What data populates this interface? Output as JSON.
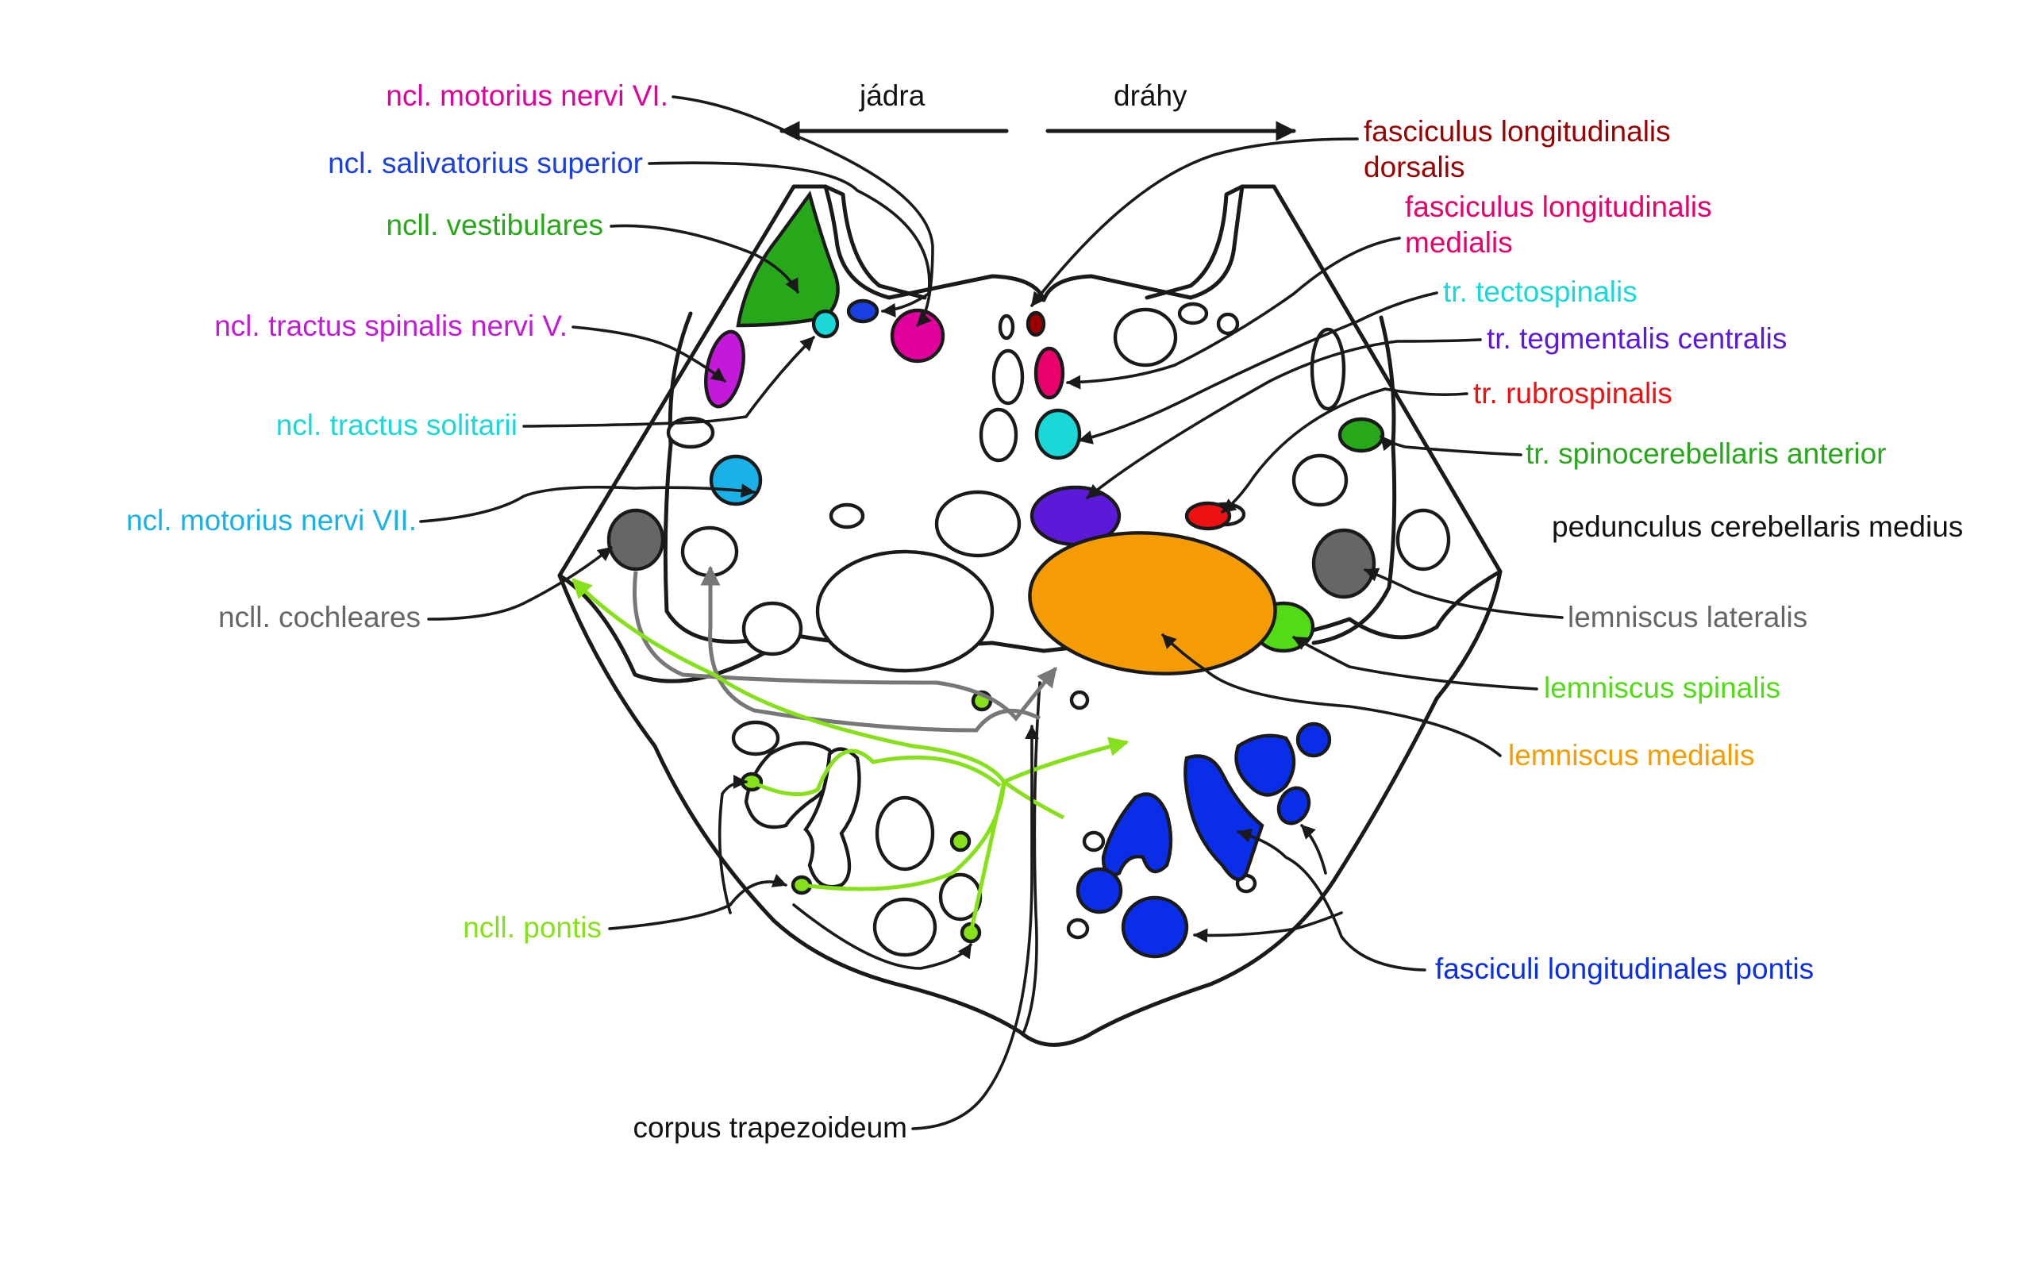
{
  "header": {
    "left": "jádra",
    "right": "dráhy"
  },
  "labels": {
    "motorius_vi": "ncl. motorius nervi VI.",
    "salivatorius": "ncl. salivatorius superior",
    "vestibulares": "ncll. vestibulares",
    "spinalis_v": "ncl. tractus spinalis nervi V.",
    "solitarii": "ncl. tractus solitarii",
    "motorius_vii": "ncl. motorius nervi VII.",
    "cochleares": "ncll. cochleares",
    "pontis": "ncll. pontis",
    "trapezoideum": "corpus trapezoideum",
    "flm_dorsalis_1": "fasciculus longitudinalis",
    "flm_dorsalis_2": "dorsalis",
    "flm_medialis_1": "fasciculus longitudinalis",
    "flm_medialis_2": "medialis",
    "tectospinalis": "tr. tectospinalis",
    "tegmentalis": "tr. tegmentalis centralis",
    "rubrospinalis": "tr. rubrospinalis",
    "spinocerebellaris": "tr. spinocerebellaris anterior",
    "peduncle": "pedunculus cerebellaris medius",
    "lem_lateralis": "lemniscus lateralis",
    "lem_spinalis": "lemniscus spinalis",
    "lem_medialis": "lemniscus medialis",
    "fasc_pontis": "fasciculi longitudinales pontis"
  },
  "colors": {
    "magenta": "#e0009b",
    "blue": "#1a3fe0",
    "green": "#27a81a",
    "purple": "#c21ad8",
    "cyan": "#1ad8d8",
    "sky": "#1ab0e8",
    "gray": "#666666",
    "lime": "#86e01a",
    "dark_red": "#990000",
    "pink": "#e8006b",
    "violet": "#5a1ad8",
    "red": "#ee1111",
    "orange": "#f59c05",
    "bright_green": "#52dc15",
    "deep_blue": "#0a2ee8",
    "black": "#111111"
  }
}
